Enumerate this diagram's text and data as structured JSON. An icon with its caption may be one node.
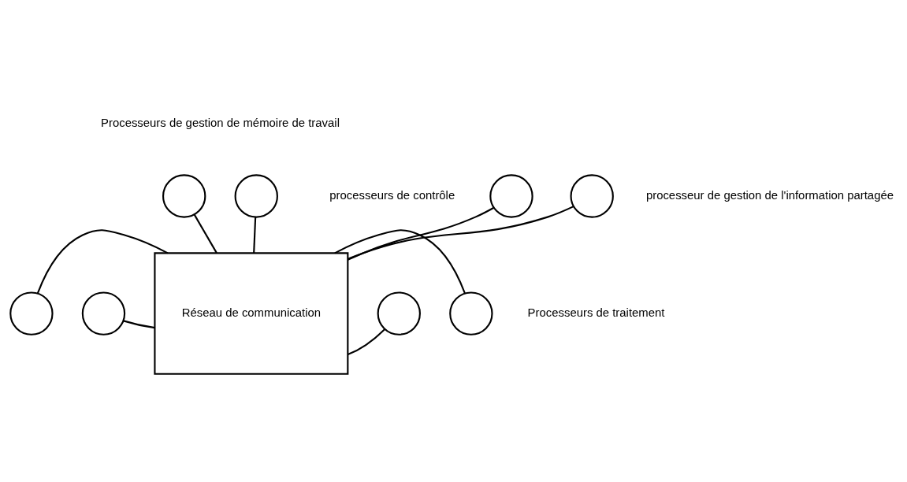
{
  "diagram": {
    "nodes": [
      {
        "text": [],
        "shape": "circle"
      },
      {
        "text": [],
        "shape": "circle"
      },
      {
        "text": [],
        "shape": "circle"
      },
      {
        "text": [
          "Réseau de communication"
        ]
      },
      {
        "text": [],
        "shape": "circle"
      },
      {
        "text": [],
        "shape": "circle"
      },
      {
        "text": [],
        "shape": "circle"
      },
      {
        "text": [],
        "shape": "circle"
      },
      {
        "text": [],
        "shape": "circle"
      }
    ],
    "edges": [
      {
        "from": 0,
        "to": 3,
        "arrow": "none"
      },
      {
        "from": 1,
        "to": 3,
        "arrow": "none"
      },
      {
        "from": 2,
        "to": 3,
        "arrow": "none"
      },
      {
        "from": 5,
        "to": 3,
        "arrow": "none"
      },
      {
        "from": 4,
        "to": 3,
        "arrow": "none"
      },
      {
        "from": 6,
        "to": 3,
        "arrow": "none"
      },
      {
        "from": 7,
        "to": 3,
        "arrow": "none"
      },
      {
        "from": 8,
        "to": 3,
        "arrow": "none"
      }
    ],
    "labels": [
      "Processeurs de gestion de mémoire de travail",
      "processeurs de contrôle",
      "processeur de gestion de l'information partagée",
      "Processeurs de traitement"
    ]
  }
}
